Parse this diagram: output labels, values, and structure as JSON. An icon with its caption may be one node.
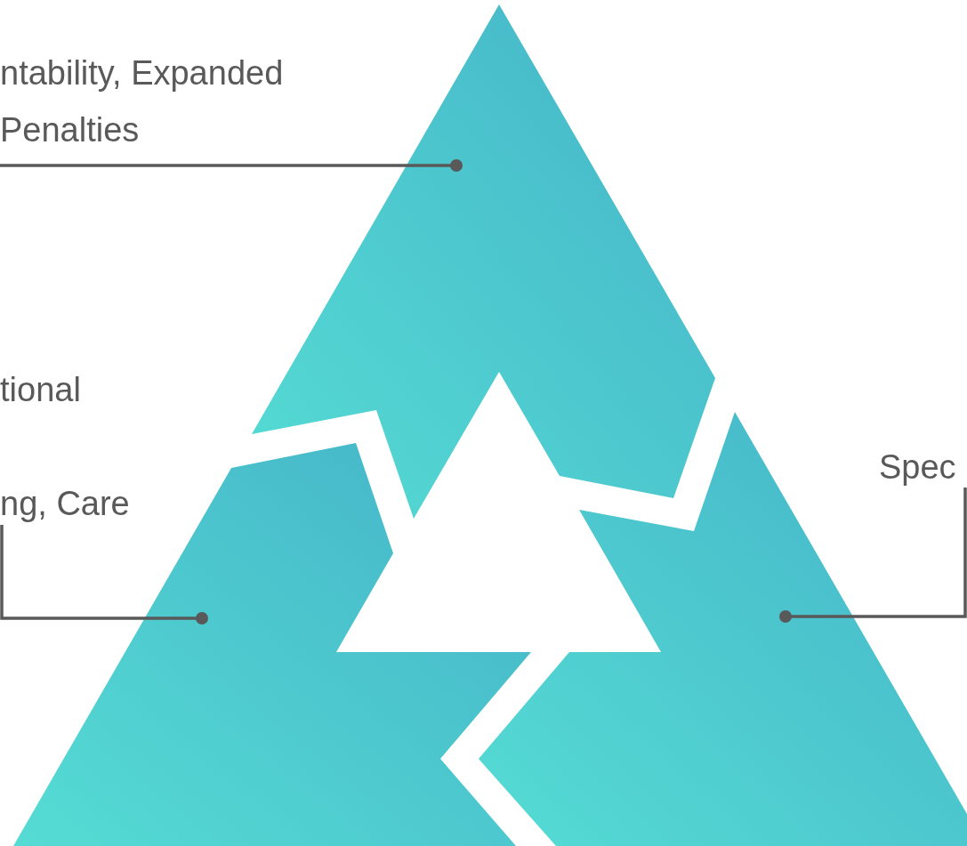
{
  "diagram": {
    "nodes": [
      {
        "text": [
          "ntability, Expanded Penalties"
        ]
      },
      {
        "text": [],
        "shape": "triangle"
      },
      {
        "text": [
          "tional",
          "ng, Care"
        ]
      },
      {
        "text": [],
        "shape": "triangle"
      },
      {
        "text": [
          "Spec"
        ]
      },
      {
        "text": [],
        "shape": "triangle"
      }
    ],
    "edges": [
      {
        "from": 0,
        "to": 1,
        "arrow": "other"
      },
      {
        "from": 2,
        "to": 3,
        "arrow": "other"
      },
      {
        "from": 4,
        "to": 5,
        "arrow": "other"
      }
    ]
  }
}
